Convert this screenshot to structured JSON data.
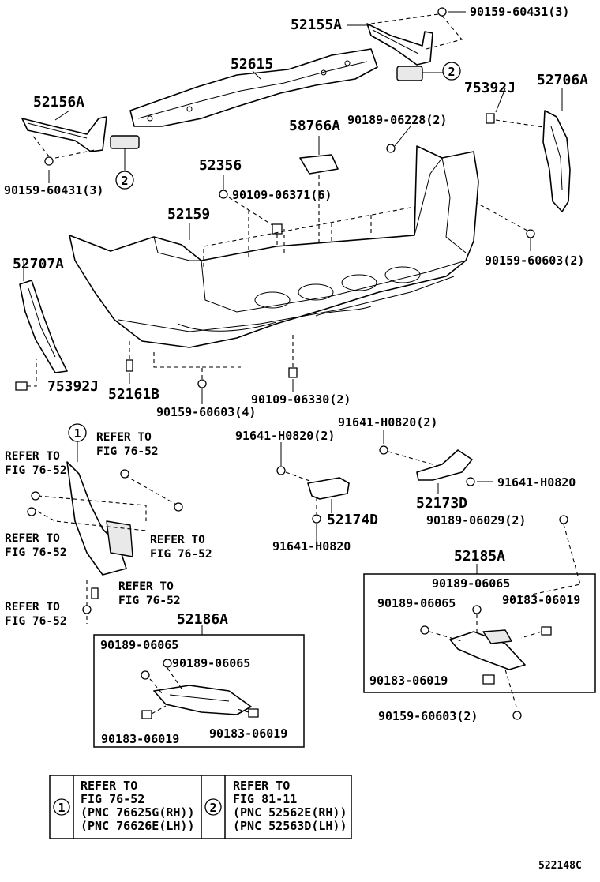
{
  "labels": {
    "p52155A": "52155A",
    "p90159_60431_3_top": "90159-60431(3)",
    "p52615": "52615",
    "p52156A": "52156A",
    "p75392J_top": "75392J",
    "p52706A": "52706A",
    "p58766A": "58766A",
    "p90189_06228_2": "90189-06228(2)",
    "p52356": "52356",
    "p90109_06371_6": "90109-06371(6)",
    "p90159_60431_3_left": "90159-60431(3)",
    "p52159": "52159",
    "p90159_60603_2_right": "90159-60603(2)",
    "p52707A": "52707A",
    "p75392J_bottom": "75392J",
    "p52161B": "52161B",
    "p90159_60603_4": "90159-60603(4)",
    "p90109_06330_2": "90109-06330(2)",
    "p91641_H0820_2_a": "91641-H0820(2)",
    "p91641_H0820_2_b": "91641-H0820(2)",
    "p91641_H0820_r": "91641-H0820",
    "p52173D": "52173D",
    "p52174D": "52174D",
    "p91641_H0820_bottom": "91641-H0820",
    "p90189_06029_2": "90189-06029(2)",
    "p52185A": "52185A",
    "p90189_06065_a": "90189-06065",
    "p90189_06065_b": "90189-06065",
    "p90183_06019_a": "90183-06019",
    "p90183_06019_b": "90183-06019",
    "p90159_60603_2_bottom": "90159-60603(2)",
    "p52186A": "52186A",
    "p90189_06065_c": "90189-06065",
    "p90189_06065_d": "90189-06065",
    "p90183_06019_c": "90183-06019",
    "p90183_06019_d": "90183-06019",
    "ref_a1": "REFER TO",
    "ref_a2": "FIG 76-52",
    "ref_b1": "REFER TO",
    "ref_b2": "FIG 76-52",
    "ref_c1": "REFER TO",
    "ref_c2": "FIG 76-52",
    "ref_d1": "REFER TO",
    "ref_d2": "FIG 76-52",
    "ref_e1": "REFER TO",
    "ref_e2": "FIG 76-52",
    "ref_f1": "REFER TO",
    "ref_f2": "FIG 76-52"
  },
  "callouts": {
    "one": "1",
    "two": "2"
  },
  "legend": {
    "one_num": "1",
    "one_l1": "REFER TO",
    "one_l2": "FIG 76-52",
    "one_l3": "(PNC 76625G(RH))",
    "one_l4": "(PNC 76626E(LH))",
    "two_num": "2",
    "two_l1": "REFER TO",
    "two_l2": "FIG 81-11",
    "two_l3": "(PNC 52562E(RH))",
    "two_l4": "(PNC 52563D(LH))"
  },
  "diagram_code": "522148C"
}
